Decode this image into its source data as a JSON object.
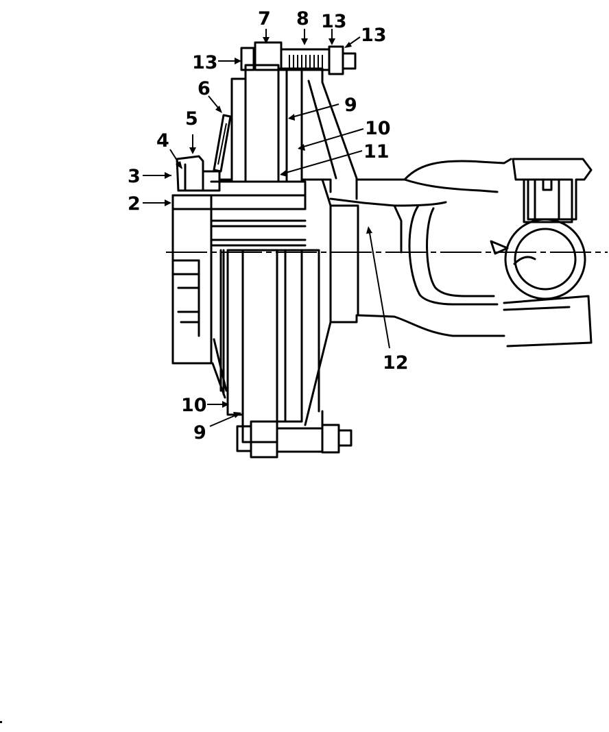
{
  "diagram": {
    "callouts": [
      {
        "id": "c2",
        "text": "2"
      },
      {
        "id": "c3",
        "text": "3"
      },
      {
        "id": "c4",
        "text": "4"
      },
      {
        "id": "c5",
        "text": "5"
      },
      {
        "id": "c6",
        "text": "6"
      },
      {
        "id": "c7",
        "text": "7"
      },
      {
        "id": "c8",
        "text": "8"
      },
      {
        "id": "c9a",
        "text": "9"
      },
      {
        "id": "c9b",
        "text": "9"
      },
      {
        "id": "c10a",
        "text": "10"
      },
      {
        "id": "c10b",
        "text": "10"
      },
      {
        "id": "c11",
        "text": "11"
      },
      {
        "id": "c12",
        "text": "12"
      },
      {
        "id": "c13a",
        "text": "13"
      },
      {
        "id": "c13b",
        "text": "13"
      },
      {
        "id": "c13c",
        "text": "13"
      }
    ]
  }
}
